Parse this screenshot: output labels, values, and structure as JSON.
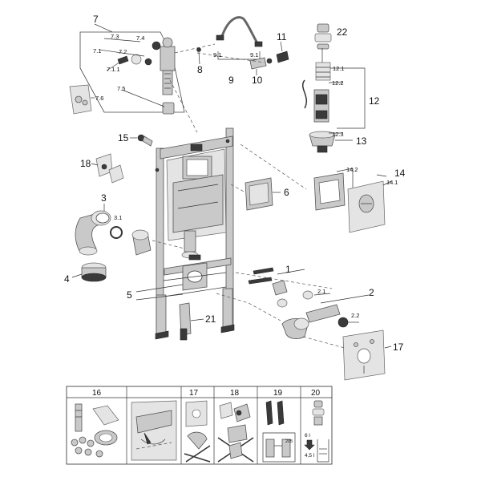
{
  "callouts": {
    "c7": "7",
    "c7_3": "7.3",
    "c7_4": "7.4",
    "c7_1": "7.1",
    "c7_2": "7.2",
    "c7_1_1": "7.1.1",
    "c7_6": "7.6",
    "c7_5": "7.5",
    "c8": "8",
    "c9": "9",
    "c9_1a": "9.1",
    "c9_1b": "9.1",
    "c10": "10",
    "c11": "11",
    "c22": "22",
    "c12": "12",
    "c12_1": "12.1",
    "c12_2": "12.2",
    "c12_3": "12.3",
    "c13": "13",
    "c15": "15",
    "c18": "18",
    "c6": "6",
    "c14": "14",
    "c14_1": "14.1",
    "c14_2": "14.2",
    "c3": "3",
    "c3_1": "3.1",
    "c4": "4",
    "c5": "5",
    "c1": "1",
    "c2": "2",
    "c2_1": "2.1",
    "c2_2": "2.2",
    "c21": "21",
    "c17": "17"
  },
  "table": {
    "headers": [
      "16",
      "",
      "17",
      "18",
      "19",
      "20"
    ],
    "dim_label": "205",
    "qty_top": "6 l",
    "qty_bottom": "4,5 l"
  },
  "icons": [
    "no-entry-cross-icon",
    "down-arrow-icon"
  ]
}
